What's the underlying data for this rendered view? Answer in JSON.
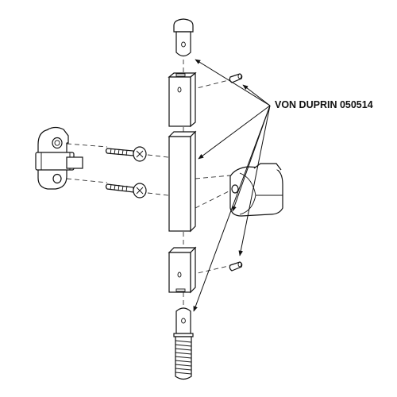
{
  "diagram": {
    "part_label": "VON DUPRIN 050514",
    "colors": {
      "line": "#111111",
      "background": "#ffffff"
    },
    "parts": [
      "top-pin",
      "upper-rod",
      "middle-rod",
      "lower-rod",
      "bottom-bolt",
      "rod-guide-bracket",
      "latch-cover",
      "roll-pin-upper",
      "roll-pin-lower",
      "machine-screw-upper",
      "machine-screw-lower"
    ]
  }
}
